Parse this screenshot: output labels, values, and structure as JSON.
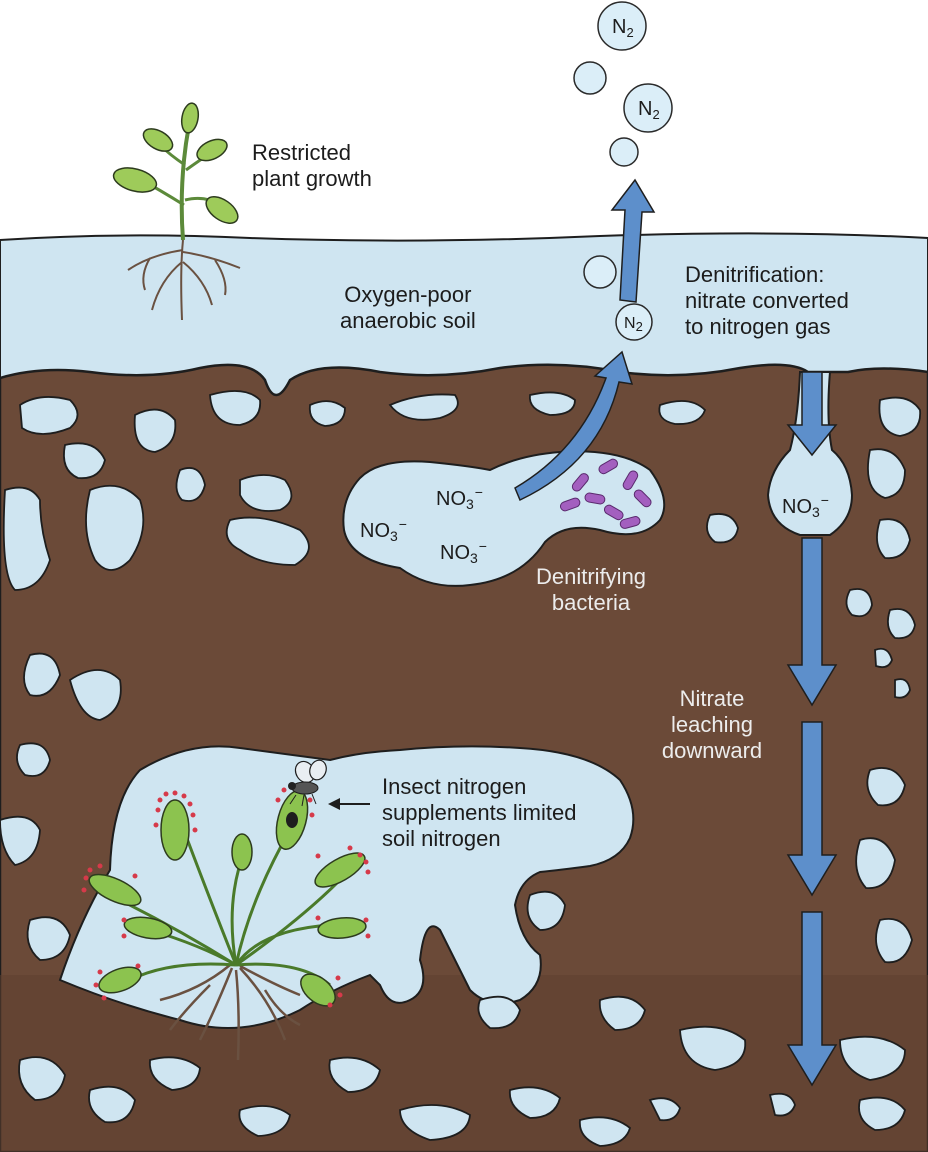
{
  "labels": {
    "restricted_growth": [
      "Restricted",
      "plant growth"
    ],
    "anaerobic_soil": [
      "Oxygen-poor",
      "anaerobic soil"
    ],
    "denitrification": [
      "Denitrification:",
      "nitrate converted",
      "to nitrogen gas"
    ],
    "denitrifying_bacteria": [
      "Denitrifying",
      "bacteria"
    ],
    "nitrate_leaching": [
      "Nitrate",
      "leaching",
      "downward"
    ],
    "insect_nitrogen": [
      "Insect nitrogen",
      "supplements limited",
      "soil nitrogen"
    ]
  },
  "chemicals": {
    "nitrate_base": "NO",
    "nitrate_sub": "3",
    "nitrate_charge": "−",
    "nitrogen_gas_base": "N",
    "nitrogen_gas_sub": "2"
  },
  "colors": {
    "water": "#cfe5f1",
    "soil": "#6b4a38",
    "soil_deep": "#5e4030",
    "arrow": "#5d8fcb",
    "bacteria": "#a35fbf",
    "leaf": "#9ecb5a",
    "sundew_leaf": "#8cc34f",
    "sundew_tentacle": "#d63a4a",
    "root": "#6a5141"
  },
  "icons": [
    "seedling-icon",
    "sundew-plant-icon",
    "fly-icon",
    "bacteria-icon",
    "bubble-icon"
  ]
}
